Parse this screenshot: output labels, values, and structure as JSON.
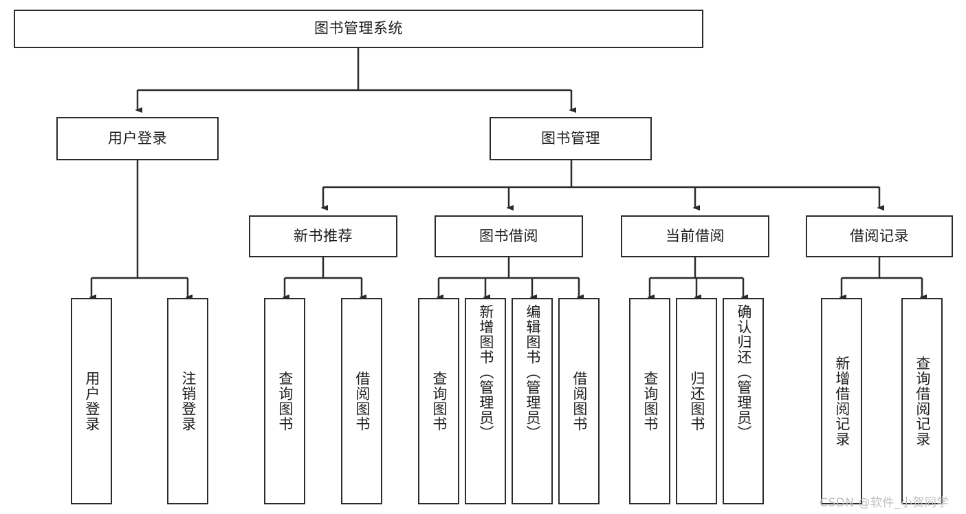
{
  "diagram": {
    "title": "图书管理系统",
    "type": "tree-hierarchy-chart",
    "watermark": "CSDN @软件_小贺同学",
    "colors": {
      "stroke": "#2b2b2b",
      "fill": "#ffffff",
      "text": "#1d1d1d",
      "watermark": "#bfbfbf"
    }
  },
  "root": {
    "label": "图书管理系统"
  },
  "level2": [
    {
      "label": "用户登录"
    },
    {
      "label": "图书管理"
    }
  ],
  "level3": [
    {
      "label": "新书推荐"
    },
    {
      "label": "图书借阅"
    },
    {
      "label": "当前借阅"
    },
    {
      "label": "借阅记录"
    }
  ],
  "leaves": {
    "user_login": [
      {
        "label": "用户登录"
      },
      {
        "label": "注销登录"
      }
    ],
    "new_book_recommend": [
      {
        "label": "查询图书"
      },
      {
        "label": "借阅图书"
      }
    ],
    "book_borrow": [
      {
        "label": "查询图书"
      },
      {
        "label": "新增图书（管理员）"
      },
      {
        "label": "编辑图书（管理员）"
      },
      {
        "label": "借阅图书"
      }
    ],
    "current_borrow": [
      {
        "label": "查询图书"
      },
      {
        "label": "归还图书"
      },
      {
        "label": "确认归还（管理员）"
      }
    ],
    "borrow_records": [
      {
        "label": "新增借阅记录"
      },
      {
        "label": "查询借阅记录"
      }
    ]
  }
}
